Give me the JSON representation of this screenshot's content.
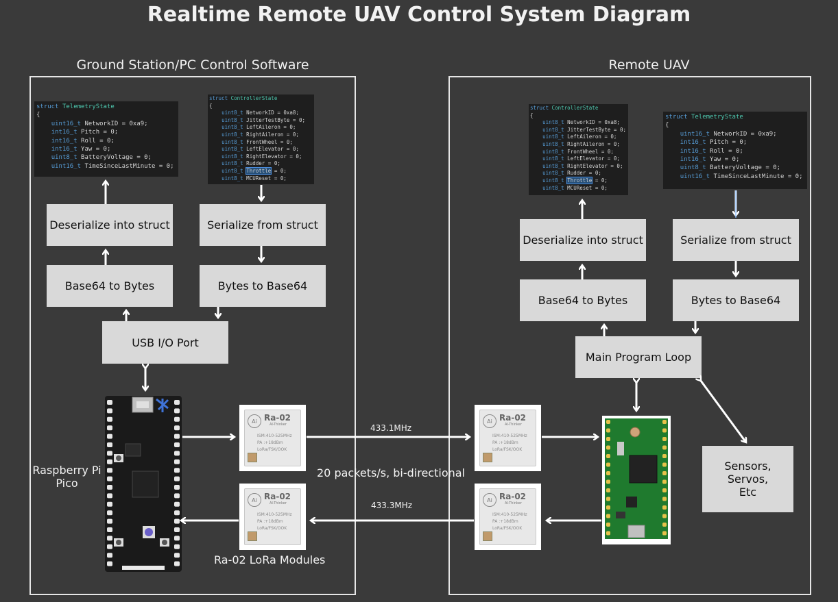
{
  "title": "Realtime Remote UAV Control System Diagram",
  "ground": {
    "label": "Ground Station/PC Control Software",
    "telemetry_code": [
      "struct TelemetryState",
      "{",
      "    uint16_t NetworkID = 0xa9;",
      "    int16_t Pitch = 0;",
      "    int16_t Roll = 0;",
      "    int16_t Yaw = 0;",
      "    uint8_t BatteryVoltage = 0;",
      "    uint16_t TimeSinceLastMinute = 0;"
    ],
    "controller_code": [
      "struct ControllerState",
      "{",
      "    uint8_t NetworkID = 0xa8;",
      "    uint8_t JitterTestByte = 0;",
      "    uint8_t LeftAileron = 0;",
      "    uint8_t RightAileron = 0;",
      "    uint8_t FrontWheel = 0;",
      "    uint8_t LeftElevator = 0;",
      "    uint8_t RightElevator = 0;",
      "    uint8_t Rudder = 0;",
      "    uint8_t Throttle = 0;",
      "    uint8_t MCUReset = 0;"
    ],
    "deserialize": "Deserialize into struct",
    "serialize": "Serialize from struct",
    "base64_to_bytes": "Base64 to Bytes",
    "bytes_to_base64": "Bytes to Base64",
    "usb": "USB I/O Port",
    "pico_label": "Raspberry Pi\nPico"
  },
  "uav": {
    "label": "Remote UAV",
    "controller_code": [
      "struct ControllerState",
      "{",
      "    uint8_t NetworkID = 0xa8;",
      "    uint8_t JitterTestByte = 0;",
      "    uint8_t LeftAileron = 0;",
      "    uint8_t RightAileron = 0;",
      "    uint8_t FrontWheel = 0;",
      "    uint8_t LeftElevator = 0;",
      "    uint8_t RightElevator = 0;",
      "    uint8_t Rudder = 0;",
      "    uint8_t Throttle = 0;",
      "    uint8_t MCUReset = 0;"
    ],
    "telemetry_code": [
      "struct TelemetryState",
      "{",
      "    uint16_t NetworkID = 0xa9;",
      "    int16_t Pitch = 0;",
      "    int16_t Roll = 0;",
      "    int16_t Yaw = 0;",
      "    uint8_t BatteryVoltage = 0;",
      "    uint16_t TimeSinceLastMinute = 0;"
    ],
    "deserialize": "Deserialize into struct",
    "serialize": "Serialize from struct",
    "base64_to_bytes": "Base64 to Bytes",
    "bytes_to_base64": "Bytes to Base64",
    "main_loop": "Main Program Loop",
    "sensors": "Sensors,\nServos,\nEtc"
  },
  "link": {
    "freq_top": "433.1MHz",
    "freq_bottom": "433.3MHz",
    "rate": "20 packets/s, bi-directional",
    "modules_label": "Ra-02 LoRa Modules"
  },
  "lora": {
    "name": "Ra-02",
    "brand": "AI-Thinker",
    "logo": "Ai",
    "spec1": "ISM:410-525MHz",
    "spec2": "PA :+18dBm",
    "spec3": "LoRa/FSK/OOK"
  },
  "colors": {
    "background": "#3a3a3a",
    "box": "#d9d9d9",
    "arrow": "#ffffff",
    "code_bg": "#1e1e1e",
    "pico_board": "#1a1a1a",
    "teensy_board": "#1f7a2e"
  }
}
